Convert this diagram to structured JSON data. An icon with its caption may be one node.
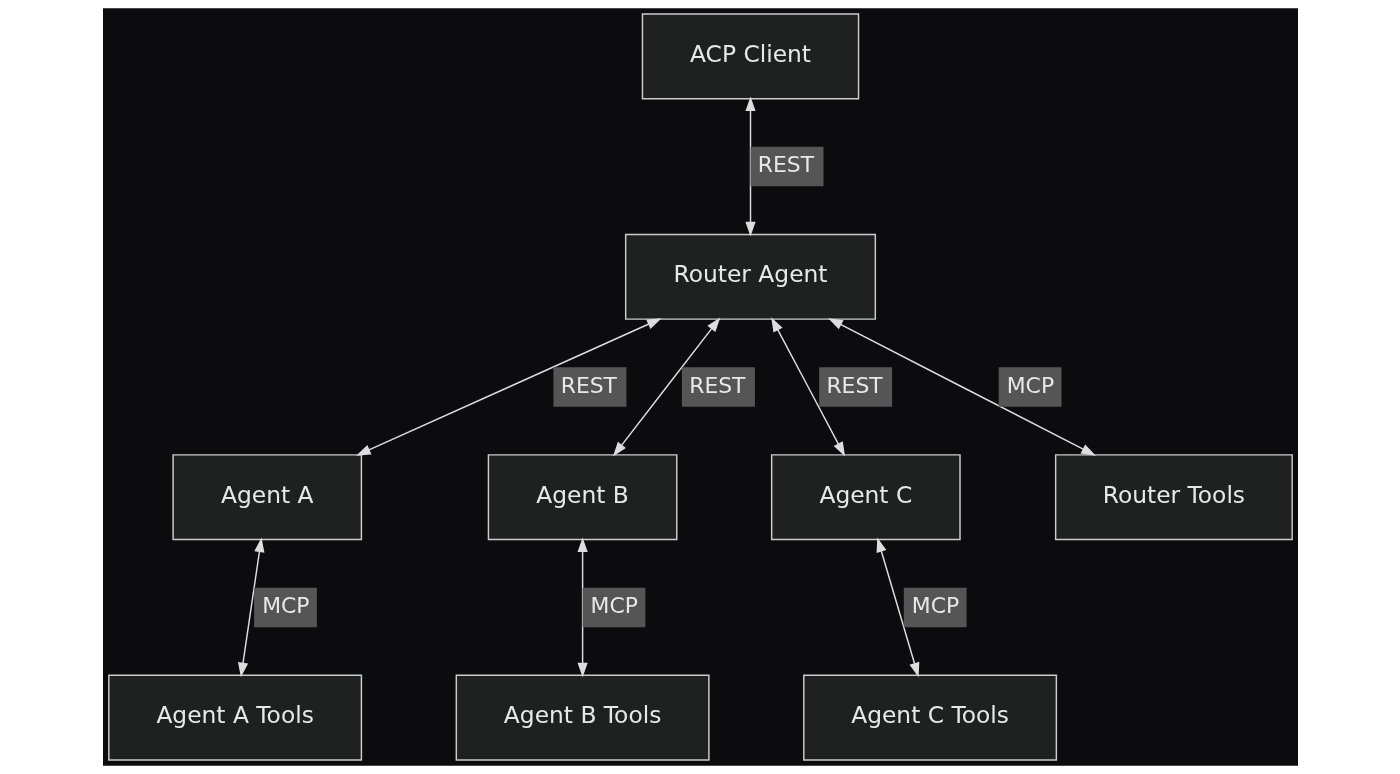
{
  "diagram": {
    "nodes": [
      {
        "text": [
          "ACP Client"
        ]
      },
      {
        "text": [
          "Router Agent"
        ]
      },
      {
        "text": [
          "Agent A"
        ]
      },
      {
        "text": [
          "Agent B"
        ]
      },
      {
        "text": [
          "Agent C"
        ]
      },
      {
        "text": [
          "Router Tools"
        ]
      },
      {
        "text": [
          "Agent A Tools"
        ]
      },
      {
        "text": [
          "Agent B Tools"
        ]
      },
      {
        "text": [
          "Agent C Tools"
        ]
      }
    ],
    "edges": [
      {
        "from": 0,
        "to": 1,
        "arrow": "both",
        "label": "REST"
      },
      {
        "from": 1,
        "to": 2,
        "arrow": "both",
        "label": "REST"
      },
      {
        "from": 1,
        "to": 3,
        "arrow": "both",
        "label": "REST"
      },
      {
        "from": 1,
        "to": 4,
        "arrow": "both",
        "label": "REST"
      },
      {
        "from": 1,
        "to": 5,
        "arrow": "both",
        "label": "MCP"
      },
      {
        "from": 2,
        "to": 6,
        "arrow": "both",
        "label": "MCP"
      },
      {
        "from": 3,
        "to": 7,
        "arrow": "both",
        "label": "MCP"
      },
      {
        "from": 4,
        "to": 8,
        "arrow": "both",
        "label": "MCP"
      }
    ]
  }
}
